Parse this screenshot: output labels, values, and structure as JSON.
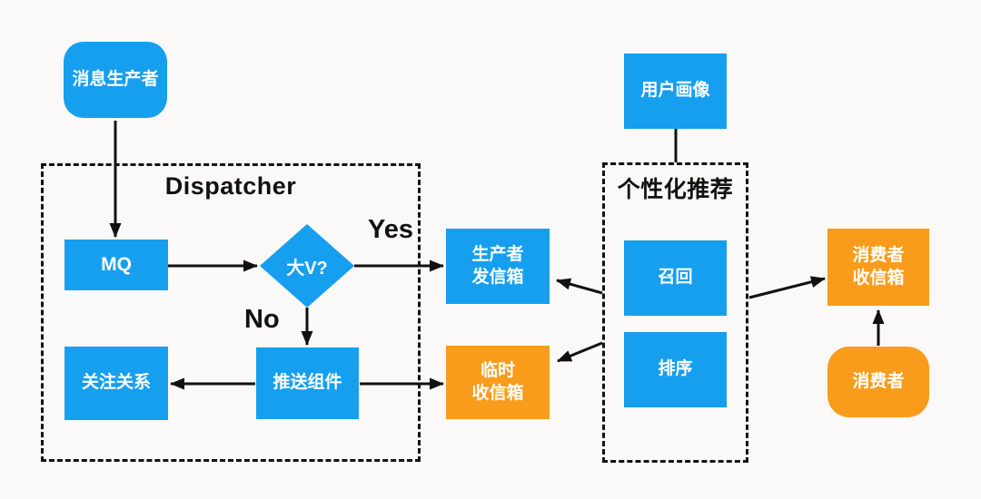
{
  "diagram": {
    "colors": {
      "node_blue": "#169FEF",
      "node_orange": "#F99C1B",
      "line_black": "#111111",
      "background": "#FAF9F7",
      "node_text": "#FFFFFF",
      "label_text": "#111111"
    },
    "groups": {
      "dispatcher": {
        "label": "Dispatcher"
      },
      "personalized_recommendation": {
        "label": "个性化推荐"
      }
    },
    "nodes": {
      "message_producer": {
        "label": "消息生产者",
        "shape": "rounded-rect",
        "color": "blue"
      },
      "mq": {
        "label": "MQ",
        "shape": "rect",
        "color": "blue"
      },
      "big_v_decision": {
        "label": "大V?",
        "shape": "diamond",
        "color": "blue"
      },
      "follow_relation": {
        "label": "关注关系",
        "shape": "rect",
        "color": "blue"
      },
      "push_component": {
        "label": "推送组件",
        "shape": "rect",
        "color": "blue"
      },
      "producer_outbox": {
        "label": "生产者\n发信箱",
        "shape": "rect",
        "color": "blue"
      },
      "temp_inbox": {
        "label": "临时\n收信箱",
        "shape": "rect",
        "color": "orange"
      },
      "user_profile": {
        "label": "用户画像",
        "shape": "rect",
        "color": "blue"
      },
      "recall": {
        "label": "召回",
        "shape": "rect",
        "color": "blue"
      },
      "ranking": {
        "label": "排序",
        "shape": "rect",
        "color": "blue"
      },
      "consumer_inbox": {
        "label": "消费者\n收信箱",
        "shape": "rect",
        "color": "orange"
      },
      "consumer": {
        "label": "消费者",
        "shape": "rounded-rect",
        "color": "orange"
      }
    },
    "edge_labels": {
      "yes": "Yes",
      "no": "No"
    }
  }
}
